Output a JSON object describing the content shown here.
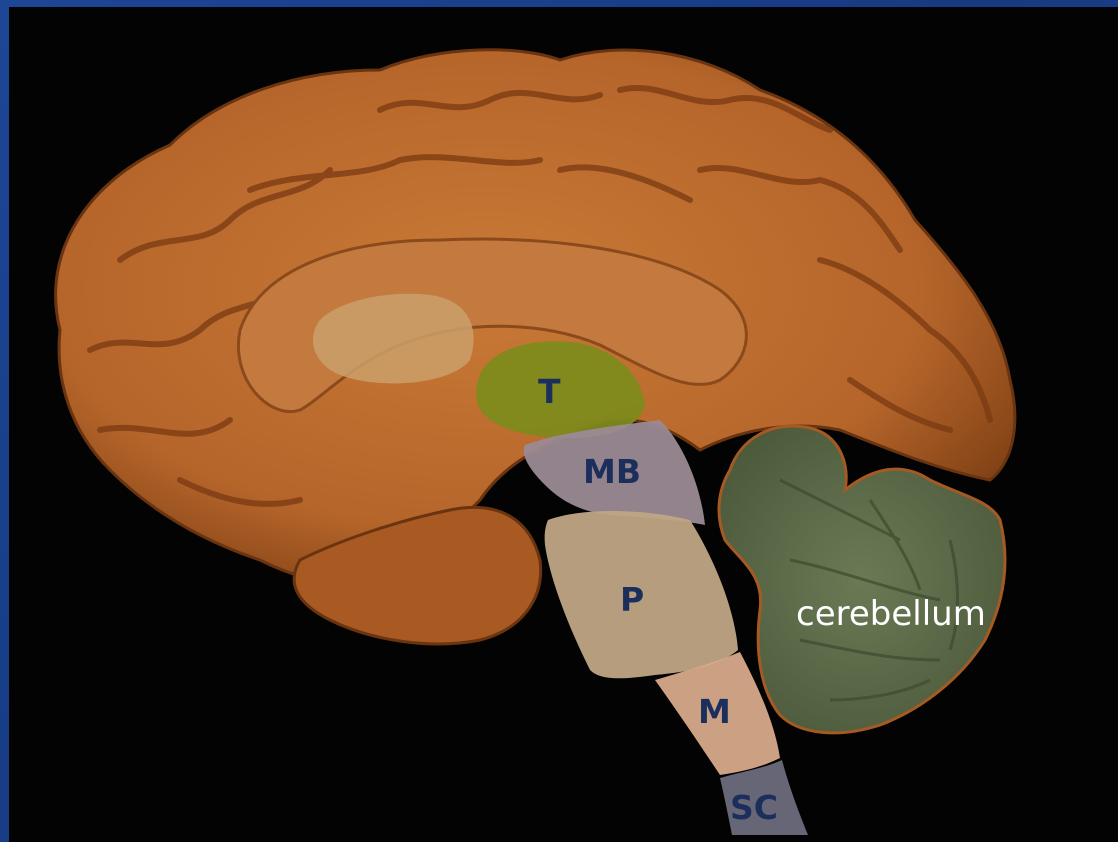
{
  "labels": {
    "thalamus": "T",
    "midbrain": "MB",
    "pons": "P",
    "medulla": "M",
    "spinal_cord": "SC",
    "cerebellum": "cerebellum"
  },
  "colors": {
    "border": "#1d4696",
    "background": "#030303",
    "cortex": "#b8692a",
    "thalamus": "#7e8a1c",
    "midbrain": "#9a8a94",
    "pons": "#bfa584",
    "medulla": "#d7a98a",
    "spinal_cord": "#6d6b7c",
    "cerebellum": "#5c6a49",
    "label_text": "#1c2f5c",
    "cerebellum_text": "#ffffff"
  }
}
